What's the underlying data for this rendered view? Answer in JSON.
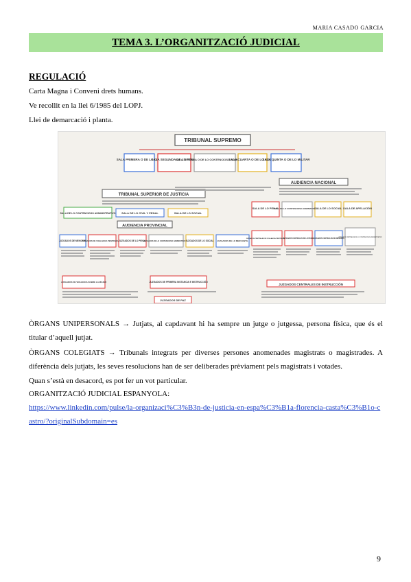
{
  "header": {
    "author": "MARIA CASADO GARCIA"
  },
  "title": "TEMA 3. L’ORGANITZACIÓ JUDICIAL",
  "section": {
    "heading": "REGULACIÓ",
    "lines": [
      "Carta Magna i Conveni drets humans.",
      "Ve recollit en la llei 6/1985 del LOPJ.",
      "Llei de demarcació i planta."
    ]
  },
  "figure": {
    "top": "TRIBUNAL SUPREMO",
    "salas_ts": [
      "SALA PRIMERA O DE LO CIVIL",
      "SALA SEGUNDA DE LO PENAL",
      "SALA TERCERA O DE LO CONTENCIOSO ADMINISTRATIVO",
      "SALA CUARTA O DE LO SOCIAL",
      "SALA QUINTA O DE LO MILITAR"
    ],
    "tsj": "TRIBUNAL SUPERIOR DE JUSTICIA",
    "tsj_salas": [
      "SALA DE LO CONTENCIOSO ADMINISTRATIVO",
      "SALA DE LO CIVIL Y PENAL",
      "SALA DE LO SOCIAL"
    ],
    "an": "AUDIENCIA NACIONAL",
    "an_salas": [
      "SALA DE LO PENAL",
      "SALA DE LO CONTENCIOSO ADMINISTRATIVO",
      "SALA DE LO SOCIAL",
      "SALA DE APELACIÓN"
    ],
    "ap": "AUDIENCIA PROVINCIAL",
    "juzgados": [
      "JUZGADOS DE MENORES",
      "JUZGADOS DE VIGILANCIA PENITENCIARIA",
      "JUZGADOS DE LO PENAL",
      "JUZGADOS DE LO CONTENCIOSO ADMINISTRATIVO",
      "JUZGADOS DE LO SOCIAL",
      "JUZGADOS DE LO MERCANTIL"
    ],
    "an_juzgados": [
      "JUZGADOS CENTRALES DE VIGILANCIA PENITENCIARIA",
      "JUZGADOS CENTRALES DE LO PENAL",
      "JUZGADOS CENTRALES DE MENORES",
      "JUZGADOS CENTRALES DE LO CONTENCIOSO ADMINISTRATIVO"
    ],
    "bottom": [
      "JUZGADOS DE VIOLENCIA SOBRE LA MUJER",
      "JUZGADOS DE PRIMERA INSTANCIA E INSTRUCCIÓN",
      "JUZGADOS DE PAZ",
      "JUZGADOS CENTRALES DE INSTRUCCIÓN"
    ]
  },
  "paragraphs": [
    "ÒRGANS UNIPERSONALS → Jutjats, al capdavant hi ha sempre un jutge o jutgessa, persona física, que és el titular d’aquell jutjat.",
    "ÒRGANS COLEGIATS → Tribunals integrats per diverses persones anomenades magistrats o magistrades. A diferència dels jutjats, les seves resolucions han de ser deliberades prèviament pels magistrats i votades.",
    "Quan s’està en desacord, es pot fer un vot particular.",
    "ORGANITZACIÓ JUDICIAL ESPANYOLA:"
  ],
  "link": "https://www.linkedin.com/pulse/la-organizaci%C3%B3n-de-justicia-en-espa%C3%B1a-florencia-casta%C3%B1o-castro/?originalSubdomain=es",
  "page_number": "9",
  "colors": {
    "title_bg": "#a9e29a",
    "link": "#1a3ec7"
  }
}
